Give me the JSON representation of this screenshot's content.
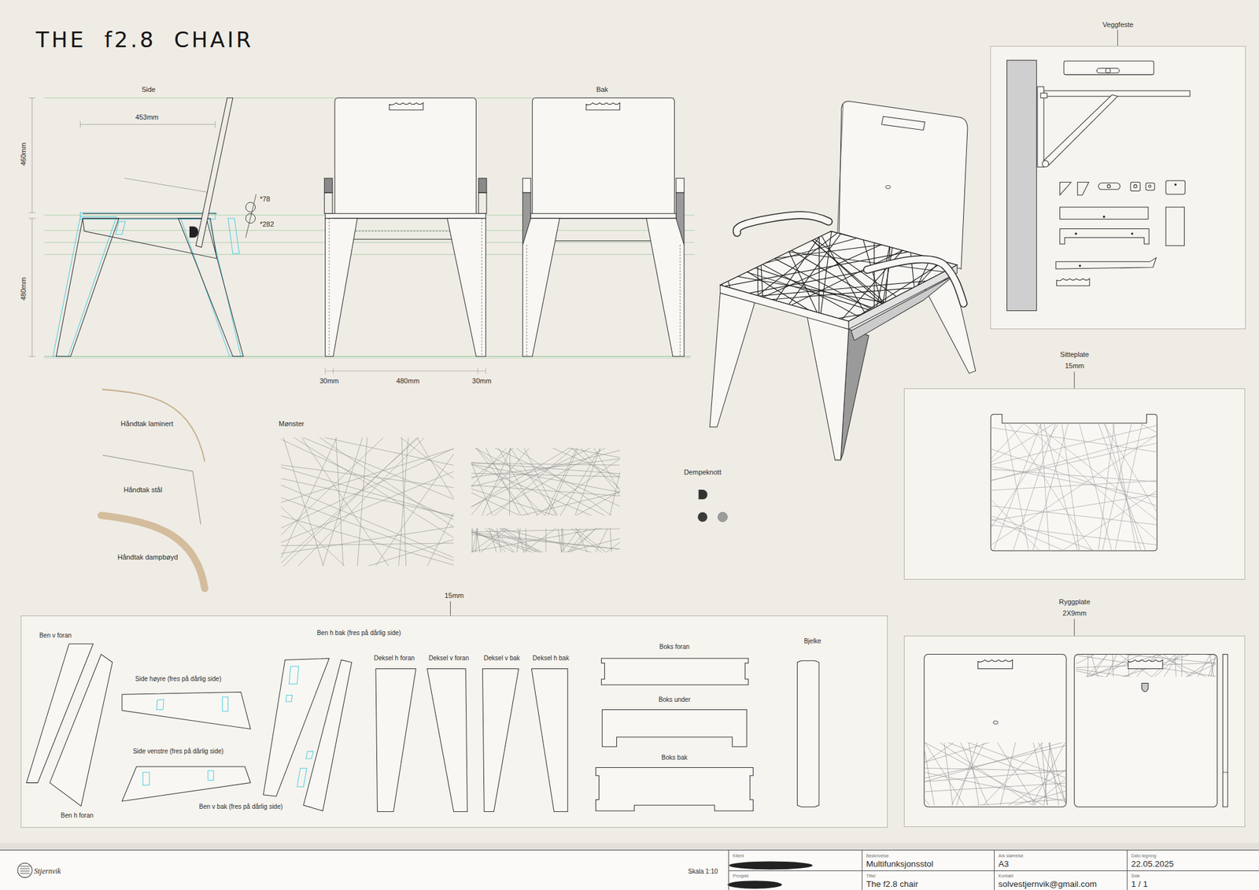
{
  "diagram": {
    "title": "THE f2.8 CHAIR",
    "nodes": [
      {
        "text": [
          "Veggfeste"
        ]
      },
      {
        "text": [
          "Sitteplate",
          "15mm"
        ]
      },
      {
        "text": [
          "15mm"
        ]
      },
      {
        "text": [
          "Ryggplate",
          "2X9mm"
        ]
      },
      {
        "text": [
          "Stjernvik",
          "Skala 1:10"
        ]
      },
      {
        "text": [
          "Klient"
        ],
        "in": 4
      },
      {
        "text": [
          "Beskrivelse",
          "Multifunksjonsstol"
        ],
        "in": 4
      },
      {
        "text": [
          "Ark størrelse",
          "A3"
        ],
        "in": 4
      },
      {
        "text": [
          "Dato tegning",
          "22.05.2025"
        ],
        "in": 4
      },
      {
        "text": [
          "Prosjekt"
        ],
        "in": 4
      },
      {
        "text": [
          "Tittel",
          "The f2.8 chair"
        ],
        "in": 4
      },
      {
        "text": [
          "Kontakt",
          "solvestjernvik@gmail.com"
        ],
        "in": 4
      },
      {
        "text": [
          "Side",
          "1 / 1"
        ],
        "in": 4
      }
    ],
    "labels": [
      "Side",
      "453mm",
      "460mm",
      "480mm",
      "*78",
      "*282",
      "Bak",
      "30mm",
      "480mm",
      "30mm",
      "Håndtak laminert",
      "Håndtak stål",
      "Håndtak dampbøyd",
      "Mønster",
      "Dempeknott",
      "Ben v foran",
      "Side høyre (fres på dårlig side)",
      "Side venstre (fres på dårlig side)",
      "Ben h bak (fres på dårlig side)",
      "Ben v bak (fres på dårlig side)",
      "Ben h foran",
      "Deksel h foran",
      "Deksel v foran",
      "Deksel v bak",
      "Deksel h bak",
      "Boks foran",
      "Boks under",
      "Boks bak",
      "Bjelke"
    ]
  }
}
